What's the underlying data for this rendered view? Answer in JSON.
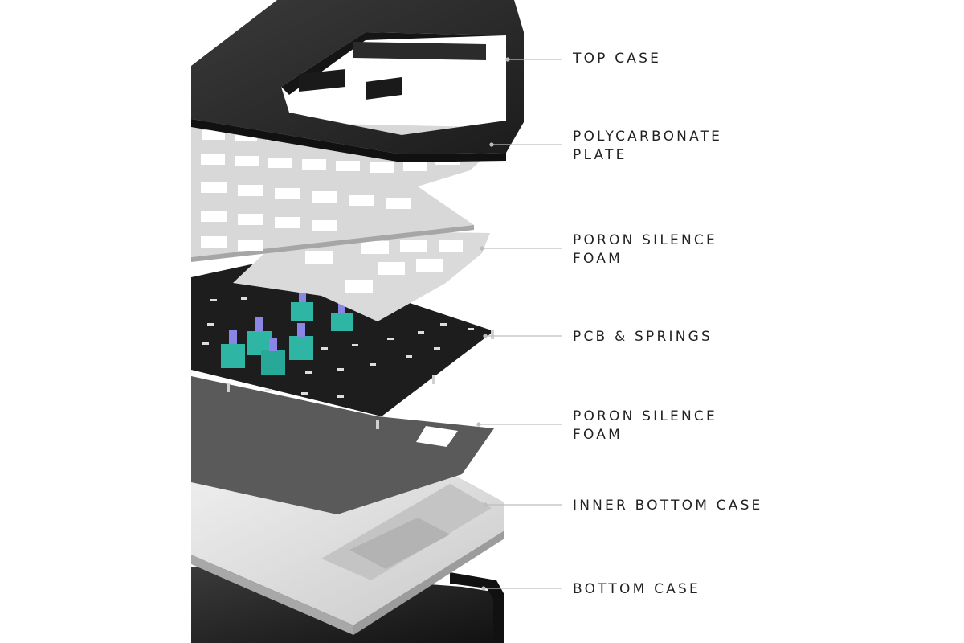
{
  "diagram": {
    "title": "",
    "layers": [
      {
        "id": "top-case",
        "lines": [
          "TOP CASE"
        ]
      },
      {
        "id": "polycarbonate-plate",
        "lines": [
          "POLYCARBONATE",
          "PLATE"
        ]
      },
      {
        "id": "poron-foam-upper",
        "lines": [
          "PORON SILENCE",
          "FOAM"
        ]
      },
      {
        "id": "pcb-springs",
        "lines": [
          "PCB & SPRINGS"
        ]
      },
      {
        "id": "poron-foam-lower",
        "lines": [
          "PORON SILENCE",
          "FOAM"
        ]
      },
      {
        "id": "inner-bottom-case",
        "lines": [
          "INNER BOTTOM CASE"
        ]
      },
      {
        "id": "bottom-case",
        "lines": [
          "BOTTOM CASE"
        ]
      }
    ]
  },
  "colors": {
    "case_dark": "#262626",
    "plate": "#d9d9d9",
    "pcb": "#1d1d1d",
    "foam": "#5a5a5a",
    "inner_case": "#dcdcdc",
    "switch_teal": "#2fb5a3",
    "switch_stem": "#8a86e6",
    "leader": "#bdbdbd",
    "label_text": "#222222"
  }
}
